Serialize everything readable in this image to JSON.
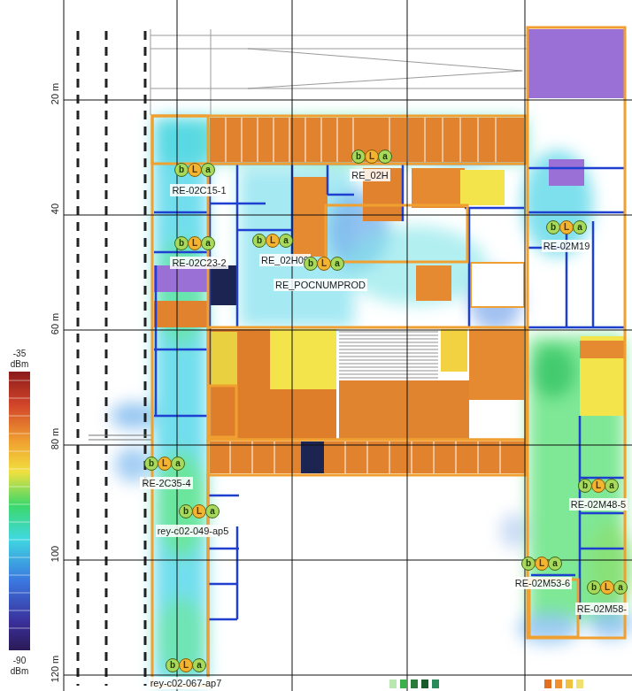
{
  "diagram": {
    "labels": [
      "20 m",
      "40",
      "60 m",
      "80 m",
      "100",
      "120 m",
      "-35 dBm",
      "-90 dBm",
      "b",
      "L",
      "a",
      "RE-02C15-1",
      "b",
      "L",
      "a",
      "RE_02H",
      "b",
      "L",
      "a",
      "RE-02C23-2",
      "b",
      "L",
      "a",
      "RE_02H09",
      "b",
      "L",
      "a",
      "RE_POCNUMPROD",
      "b",
      "L",
      "a",
      "RE-02M19",
      "b",
      "L",
      "a",
      "RE-2C35-4",
      "b",
      "L",
      "a",
      "rey-c02-049-ap5",
      "b",
      "L",
      "a",
      "RE-02M48-5",
      "b",
      "L",
      "a",
      "RE-02M53-6",
      "b",
      "L",
      "a",
      "RE-02M58-",
      "b",
      "L",
      "a",
      "rey-c02-067-ap7"
    ]
  }
}
